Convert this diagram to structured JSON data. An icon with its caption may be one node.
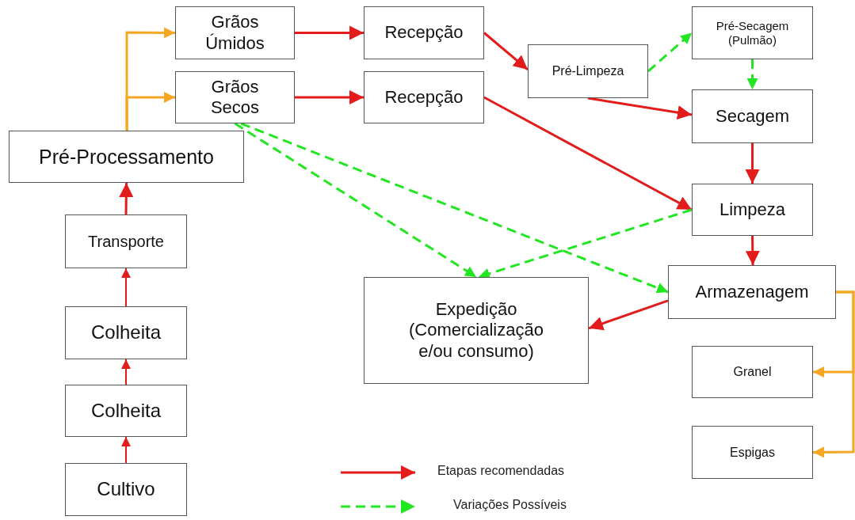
{
  "diagram": {
    "nodes": [
      {
        "text": [
          "Cultivo"
        ]
      },
      {
        "text": [
          "Colheita"
        ]
      },
      {
        "text": [
          "Colheita"
        ]
      },
      {
        "text": [
          "Transporte"
        ]
      },
      {
        "text": [
          "Pré-Processamento"
        ]
      },
      {
        "text": [
          "Grãos Úmidos"
        ]
      },
      {
        "text": [
          "Grãos Secos"
        ]
      },
      {
        "text": [
          "Recepção"
        ]
      },
      {
        "text": [
          "Recepção"
        ]
      },
      {
        "text": [
          "Pré-Limpeza"
        ]
      },
      {
        "text": [
          "Pré-Secagem (Pulmão)"
        ]
      },
      {
        "text": [
          "Secagem"
        ]
      },
      {
        "text": [
          "Limpeza"
        ]
      },
      {
        "text": [
          "Armazenagem"
        ]
      },
      {
        "text": [
          "Expedição (Comercialização e/ou consumo)"
        ]
      },
      {
        "text": [
          "Granel"
        ]
      },
      {
        "text": [
          "Espigas"
        ]
      }
    ],
    "edges": [
      {
        "from": 0,
        "to": 1,
        "arrow": "to"
      },
      {
        "from": 1,
        "to": 2,
        "arrow": "to"
      },
      {
        "from": 2,
        "to": 3,
        "arrow": "to"
      },
      {
        "from": 3,
        "to": 4,
        "arrow": "to"
      },
      {
        "from": 4,
        "to": 5,
        "arrow": "to",
        "color": "#f5a623"
      },
      {
        "from": 4,
        "to": 6,
        "arrow": "to",
        "color": "#f5a623"
      },
      {
        "from": 5,
        "to": 7,
        "arrow": "to"
      },
      {
        "from": 6,
        "to": 8,
        "arrow": "to"
      },
      {
        "from": 7,
        "to": 9,
        "arrow": "to"
      },
      {
        "from": 9,
        "to": 10,
        "arrow": "to",
        "style": "dashed",
        "color": "#22e622"
      },
      {
        "from": 10,
        "to": 11,
        "arrow": "to",
        "style": "dashed",
        "color": "#22e622"
      },
      {
        "from": 9,
        "to": 11,
        "arrow": "to"
      },
      {
        "from": 8,
        "to": 12,
        "arrow": "to"
      },
      {
        "from": 11,
        "to": 12,
        "arrow": "to"
      },
      {
        "from": 12,
        "to": 13,
        "arrow": "to"
      },
      {
        "from": 13,
        "to": 14,
        "arrow": "to"
      },
      {
        "from": 6,
        "to": 14,
        "arrow": "to",
        "style": "dashed",
        "color": "#22e622"
      },
      {
        "from": 6,
        "to": 13,
        "arrow": "to",
        "style": "dashed",
        "color": "#22e622"
      },
      {
        "from": 12,
        "to": 14,
        "arrow": "to",
        "style": "dashed",
        "color": "#22e622"
      },
      {
        "from": 13,
        "to": 15,
        "arrow": "to",
        "color": "#f5a623"
      },
      {
        "from": 13,
        "to": 16,
        "arrow": "to",
        "color": "#f5a623"
      }
    ],
    "legend": [
      {
        "text": "Etapas recomendadas"
      },
      {
        "text": "Variações Possíveis"
      }
    ]
  }
}
